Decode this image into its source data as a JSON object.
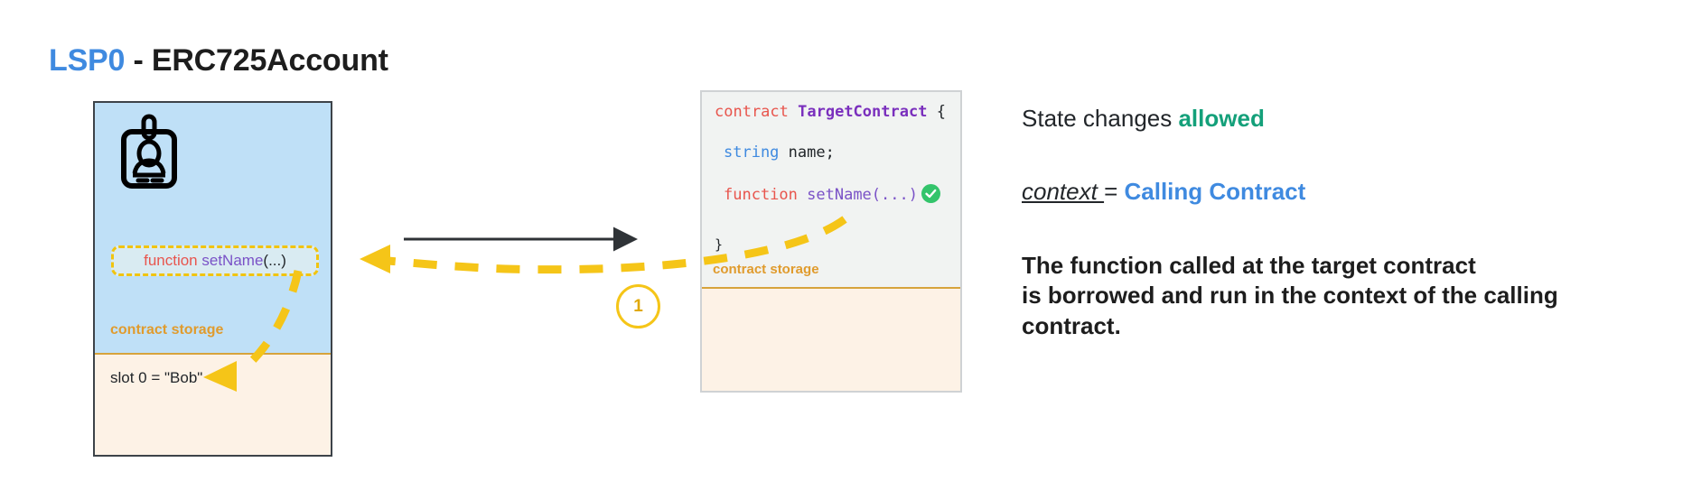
{
  "title": {
    "prefix": "LSP0",
    "suffix": " - ERC725Account",
    "prefix_color": "#3f8ae0"
  },
  "left_card": {
    "name": "LSP0 ERC725Account contract",
    "icon": "id-badge-icon",
    "function_row": {
      "keyword": "function",
      "fn_name": "setName",
      "args": "(...)"
    },
    "storage_label": "contract storage",
    "storage_slot": "slot 0 = \"Bob\"",
    "body_color": "#bfe0f7",
    "storage_color": "#fdf2e6",
    "border_color": "#3d4349"
  },
  "right_card": {
    "name": "TargetContract",
    "code": {
      "line1": {
        "kw": "contract",
        "type": "TargetContract",
        "brace": "{"
      },
      "line2": {
        "type": "string",
        "rest": "name;"
      },
      "line3": {
        "kw": "function",
        "fn": "setName(...)",
        "badge": "check-icon"
      },
      "line4": "}"
    },
    "storage_label": "contract storage",
    "body_color": "#f1f3f2",
    "storage_color": "#fdf2e6",
    "check_color": "#33c46b"
  },
  "flow": {
    "step_number": "1",
    "step_color": "#f5c518",
    "call_arrow": "black-arrow-right",
    "return_arrow": "yellow-dashed-arrow-left"
  },
  "notes": {
    "state_prefix": "State changes ",
    "state_value": "allowed",
    "state_value_color": "#14a07a",
    "context_word": "context ",
    "context_equals": "= ",
    "context_value": "Calling Contract",
    "context_value_color": "#3f8ae0",
    "paragraph": [
      "The function called at the target contract",
      "is borrowed and run in the context of the calling",
      "contract."
    ]
  }
}
